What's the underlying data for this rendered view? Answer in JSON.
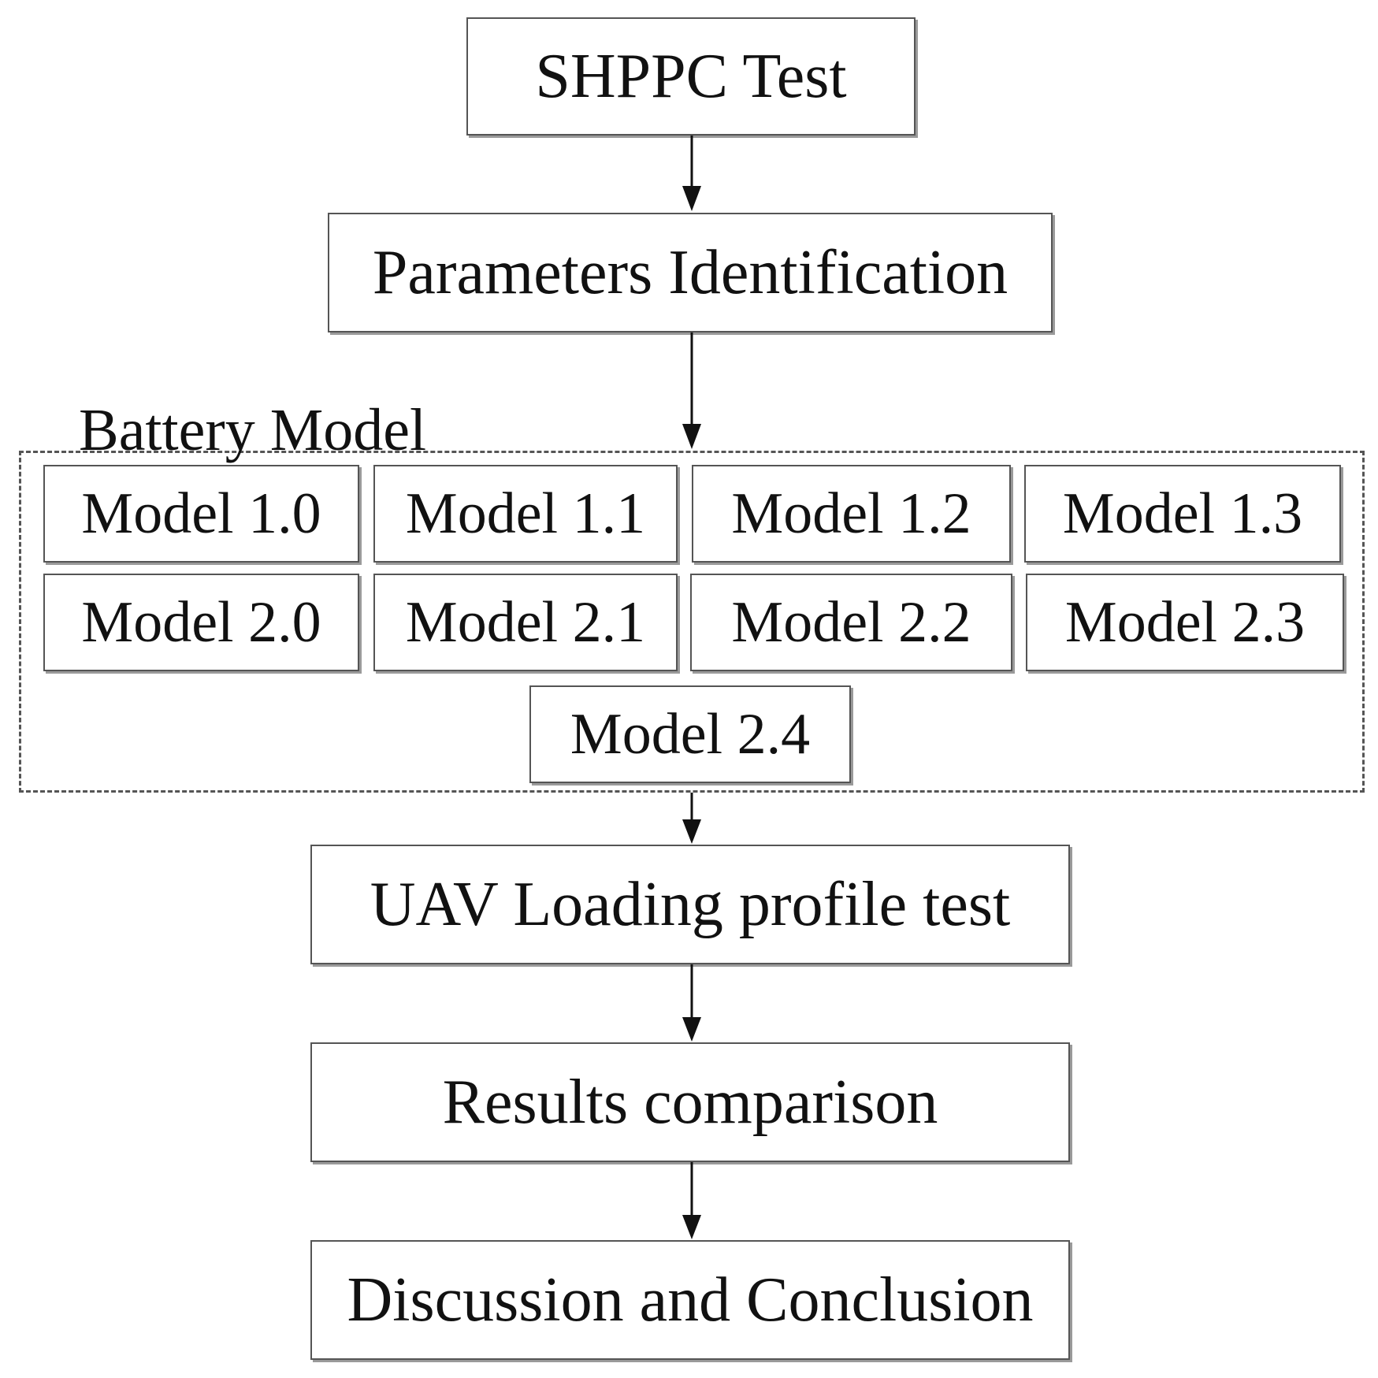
{
  "flowchart": {
    "steps": {
      "shppc_test": "SHPPC Test",
      "parameters_identification": "Parameters Identification",
      "uav_loading_profile_test": "UAV Loading profile test",
      "results_comparison": "Results comparison",
      "discussion_and_conclusion": "Discussion and Conclusion"
    },
    "battery_model": {
      "label": "Battery Model",
      "models_row1": [
        "Model 1.0",
        "Model 1.1",
        "Model 1.2",
        "Model 1.3"
      ],
      "models_row2": [
        "Model 2.0",
        "Model 2.1",
        "Model 2.2",
        "Model 2.3"
      ],
      "models_row3": [
        "Model 2.4"
      ]
    }
  }
}
